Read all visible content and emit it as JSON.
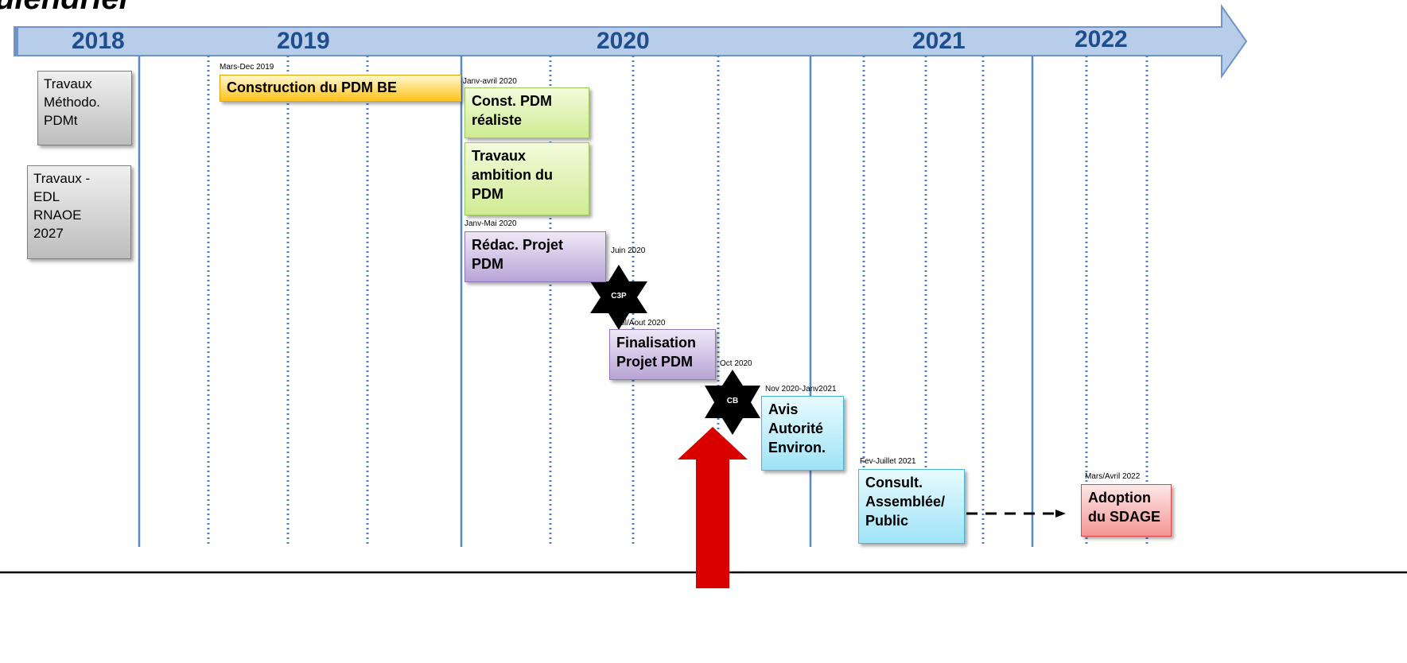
{
  "title_fragment": "ulendrier",
  "years": [
    "2018",
    "2019",
    "2020",
    "2021",
    "2022"
  ],
  "left_boxes": {
    "methodo": [
      "Travaux",
      "Méthodo.",
      "PDMt"
    ],
    "edl": [
      "Travaux  -",
      "EDL",
      "RNAOE",
      "2027"
    ]
  },
  "tasks": {
    "construction": {
      "date": "Mars-Dec 2019",
      "lines": [
        "Construction du PDM  BE"
      ]
    },
    "const_realiste": {
      "date": "Janv-avril 2020",
      "lines": [
        "Const. PDM",
        "réaliste"
      ]
    },
    "ambition": {
      "lines": [
        "Travaux",
        "ambition du",
        "PDM"
      ]
    },
    "redac": {
      "date": "Janv-Mai 2020",
      "lines": [
        "Rédac. Projet",
        "PDM"
      ]
    },
    "finalisation": {
      "date": "Juil/Aout 2020",
      "lines": [
        "Finalisation",
        "Projet PDM"
      ]
    },
    "avis": {
      "date": "Nov 2020-Janv2021",
      "lines": [
        "Avis",
        "Autorité",
        "Environ."
      ]
    },
    "consult": {
      "date": "Fev-Juillet 2021",
      "lines": [
        "Consult.",
        "Assemblée/",
        "Public"
      ]
    },
    "adoption": {
      "date": "Mars/Avril 2022",
      "lines": [
        "Adoption",
        "du SDAGE"
      ]
    }
  },
  "milestones": {
    "c3p": {
      "date": "Juin 2020",
      "label": "C3P"
    },
    "cb": {
      "date": "Oct 2020",
      "label": "CB"
    }
  },
  "colors": {
    "arrow_fill": "#b7cdea",
    "arrow_stroke": "#6f95c7",
    "year_line": "#5b87c2",
    "month_line": "#4f7fc0",
    "big_arrow": "#d90000"
  }
}
